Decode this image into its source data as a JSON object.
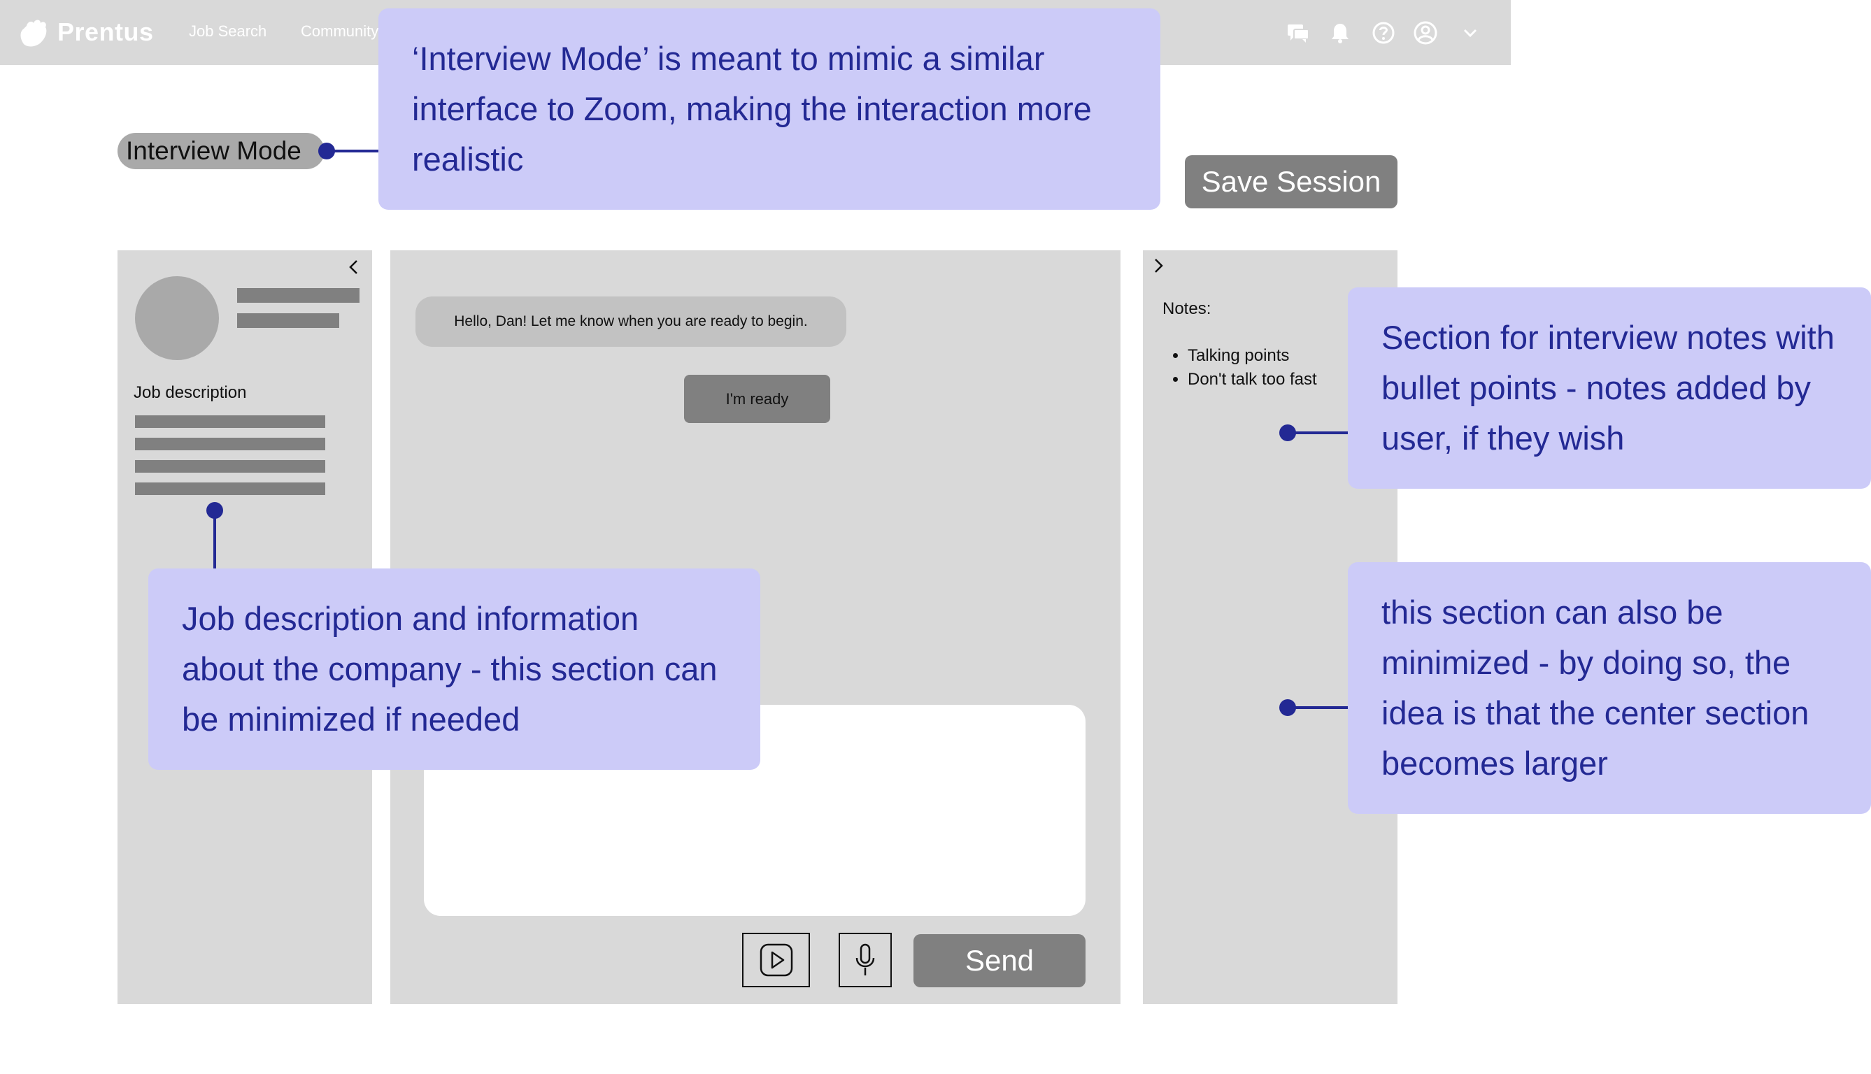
{
  "nav": {
    "brand": "Prentus",
    "links": [
      "Job Search",
      "Community"
    ],
    "icons": [
      "chat-icon",
      "bell-icon",
      "help-icon",
      "user-icon",
      "chevron-down-icon"
    ]
  },
  "header": {
    "mode_label": "Interview Mode",
    "save_label": "Save Session"
  },
  "left_panel": {
    "collapse_icon": "chevron-left-icon",
    "job_description_label": "Job description"
  },
  "chat": {
    "messages": [
      {
        "from": "ai",
        "text": "Hello, Dan! Let me know when you are ready to begin."
      },
      {
        "from": "user",
        "text": "I'm ready"
      }
    ],
    "compose_value": "",
    "video_icon": "play-icon",
    "mic_icon": "microphone-icon",
    "send_label": "Send"
  },
  "right_panel": {
    "expand_icon": "chevron-right-icon",
    "notes_label": "Notes:",
    "notes": [
      "Talking points",
      "Don't talk too fast"
    ]
  },
  "annotations": [
    {
      "text": "‘Interview Mode’ is meant to mimic a similar interface to Zoom, making the interaction more realistic"
    },
    {
      "text": "Section for interview notes with bullet points - notes added by user, if they wish"
    },
    {
      "text": "Job description and information about the company - this section can be minimized if needed"
    },
    {
      "text": "this section can also be minimized - by doing so, the idea is that the center section becomes larger"
    }
  ],
  "colors": {
    "nav_bg": "#d9d9d9",
    "panel_bg": "#d9d9d9",
    "button_gray": "#808080",
    "annotation_bg": "#cccbf8",
    "annotation_text": "#232994"
  }
}
